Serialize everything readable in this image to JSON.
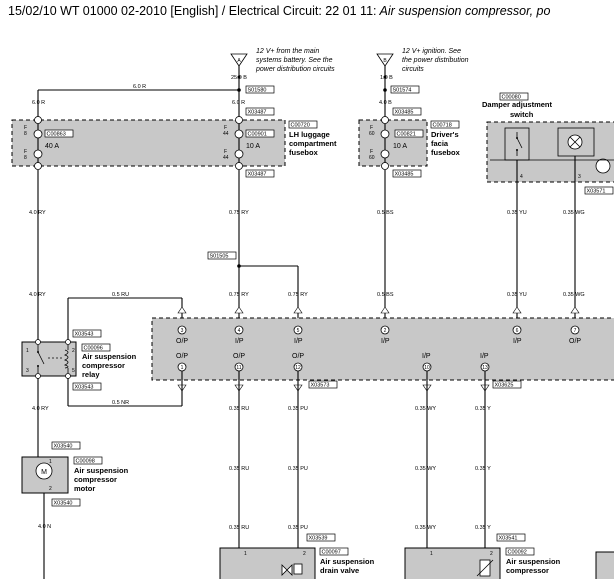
{
  "header": {
    "prefix": "15/02/10  WT 01000 02-2010 [English] / Electrical Circuit: 22 01 11:",
    "italic": " Air suspension compressor, po"
  },
  "notes": {
    "a_letter": "A",
    "a_text_1": "12 V+ from the main",
    "a_text_2": "systems battery. See the",
    "a_text_3": "power distribution circuits",
    "b_letter": "B",
    "b_text_1": "12 V+ ignition. See",
    "b_text_2": "the power distribution",
    "b_text_3": "circuits",
    "a_wire": "25.0 B",
    "b_wire": "1.0 B"
  },
  "splices": {
    "s01580": "S01580",
    "s01574": "S01574",
    "s01505": "S01505"
  },
  "components": {
    "c00720_code": "C00720",
    "c00720_name": [
      "LH luggage",
      "compartment",
      "fusebox"
    ],
    "c00718_code": "C00718",
    "c00718_name": [
      "Driver's",
      "facia",
      "fusebox"
    ],
    "c00080_code": "C00080",
    "c00080_name": [
      "Damper adjustment",
      "switch"
    ],
    "c00096_code": "C00096",
    "c00096_name": [
      "Air suspension",
      "compressor",
      "relay"
    ],
    "c00098_code": "C00098",
    "c00098_name": [
      "Air suspension",
      "compressor",
      "motor"
    ],
    "c00097_code": "C00097",
    "c00097_name": [
      "Air suspension",
      "drain valve"
    ],
    "c00092_code": "C00092",
    "c00092_name": [
      "Air suspension",
      "compressor"
    ]
  },
  "fuses": {
    "f1_code": "C00863",
    "f1_rating": "40 A",
    "f1_top_pin": "F",
    "f1_top_num": "8",
    "f1_bot_pin": "F",
    "f1_bot_num": "8",
    "f2_code": "C00901",
    "f2_rating": "10 A",
    "f2_top_pin": "F",
    "f2_top_num": "44",
    "f2_bot_pin": "F",
    "f2_bot_num": "44",
    "f3_code": "C00821",
    "f3_rating": "10 A",
    "f3_top_pin": "F",
    "f3_top_num": "60",
    "f3_bot_pin": "F",
    "f3_bot_num": "60"
  },
  "connectors": {
    "x03487a": "X03487",
    "x03487b": "X03487",
    "x03485a": "X03485",
    "x03485b": "X03485",
    "x03543a": "X03543",
    "x03543b": "X03543",
    "x03540a": "X03540",
    "x03540b": "X03540",
    "x03573": "X03573",
    "x03625": "X03625",
    "x03539": "X03539",
    "x03541": "X03541",
    "x03571": "X03571"
  },
  "wires": {
    "w_top_h": "6.0 R",
    "w_f1_top": "6.0 R",
    "w_f2_top": "6.0 R",
    "w_f3_top": "4.0 B",
    "w_f1_bot": "4.0 RY",
    "w_f2_bot": "0.75 RY",
    "w_f3_bot": "0.5 BS",
    "w_sw1": "0.35 YU",
    "w_sw2": "0.35 WG",
    "w_relay_in": "4.0 RY",
    "w_relay_coil": "0.5 RU",
    "w_ecu_ry1": "0.75 RY",
    "w_ecu_ry2": "0.75 RY",
    "w_ecu_bs": "0.5 BS",
    "w_ecu_yu": "0.35 YU",
    "w_ecu_wg": "0.35 WG",
    "w_relay_out": "4.0 RY",
    "w_relay_nr": "0.5 NR",
    "w_ru1": "0.35 RU",
    "w_pu1": "0.35 PU",
    "w_wy1": "0.35 WY",
    "w_y1": "0.35 Y",
    "w_ru2": "0.35 RU",
    "w_pu2": "0.35 PU",
    "w_wy2": "0.35 WY",
    "w_y2": "0.35 Y",
    "w_ru3": "0.35 RU",
    "w_pu3": "0.35 PU",
    "w_wy3": "0.35 WY",
    "w_y3": "0.35 Y",
    "w_motor_out": "4.0 N"
  },
  "ecu_pins": {
    "top": [
      {
        "label": "O/P",
        "num": "3"
      },
      {
        "label": "I/P",
        "num": "4"
      },
      {
        "label": "I/P",
        "num": "5"
      },
      {
        "label": "I/P",
        "num": "2"
      },
      {
        "label": "I/P",
        "num": "6"
      },
      {
        "label": "O/P",
        "num": "7"
      }
    ],
    "bottom": [
      {
        "label": "O/P",
        "num": "1"
      },
      {
        "label": "O/P",
        "num": "11"
      },
      {
        "label": "O/P",
        "num": "12"
      },
      {
        "label": "I/P",
        "num": "10"
      },
      {
        "label": "I/P",
        "num": "13"
      }
    ]
  },
  "pins": {
    "sw4": "4",
    "sw3": "3",
    "relay_1": "1",
    "relay_2": "2",
    "relay_3": "3",
    "relay_5": "5",
    "motor_1": "1",
    "motor_2": "2",
    "dv1": "1",
    "dv2": "2",
    "c92_1": "1",
    "c92_2": "2"
  }
}
